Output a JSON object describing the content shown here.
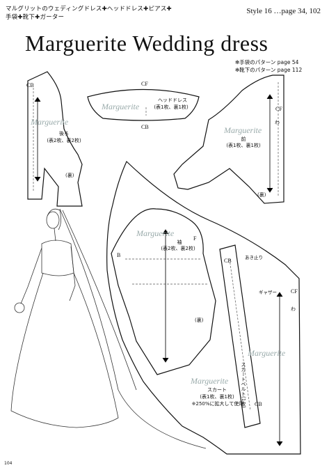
{
  "header": {
    "jp_line1": "マルグリットのウェディングドレス✚ヘッドドレス✚ピアス✚",
    "jp_line2": "手袋✚靴下✚ガーター",
    "style_ref": "Style 16 …page 34, 102",
    "title": "Marguerite  Wedding dress",
    "ref_gloves": "✻手袋のパターン page 54",
    "ref_socks": "✻靴下のパターン page 112"
  },
  "pieces": {
    "back": {
      "cb": "CB",
      "watermark": "Marguerite",
      "name": "後ろ",
      "cut": "(表2枚、裏2枚)",
      "lining": "(裏)"
    },
    "headdress": {
      "cf": "CF",
      "cb": "CB",
      "watermark": "Marguerite",
      "name": "ヘッドドレス",
      "cut": "(表1枚、裏1枚)"
    },
    "front": {
      "cf": "CF",
      "wa": "わ",
      "watermark": "Marguerite",
      "name": "前",
      "cut": "(表1枚、裏1枚)",
      "lining": "(裏)"
    },
    "sleeve": {
      "b": "B",
      "f": "F",
      "watermark": "Marguerite",
      "name": "袖",
      "cut": "(表2枚、裏2枚)",
      "lining": "(裏)"
    },
    "skirt_belt": {
      "cb": "CB",
      "watermark": "Marguerite",
      "name": "スカートベルト(1枚)",
      "cb2": "CB"
    },
    "skirt": {
      "watermark": "Marguerite",
      "name": "スカート",
      "cut": "(表1枚、裏1枚)",
      "enlarge": "※250%に拡大して使用",
      "opening": "あき止り",
      "gather": "ギャザー",
      "cf": "CF",
      "wa": "わ"
    }
  },
  "page_number": "104"
}
